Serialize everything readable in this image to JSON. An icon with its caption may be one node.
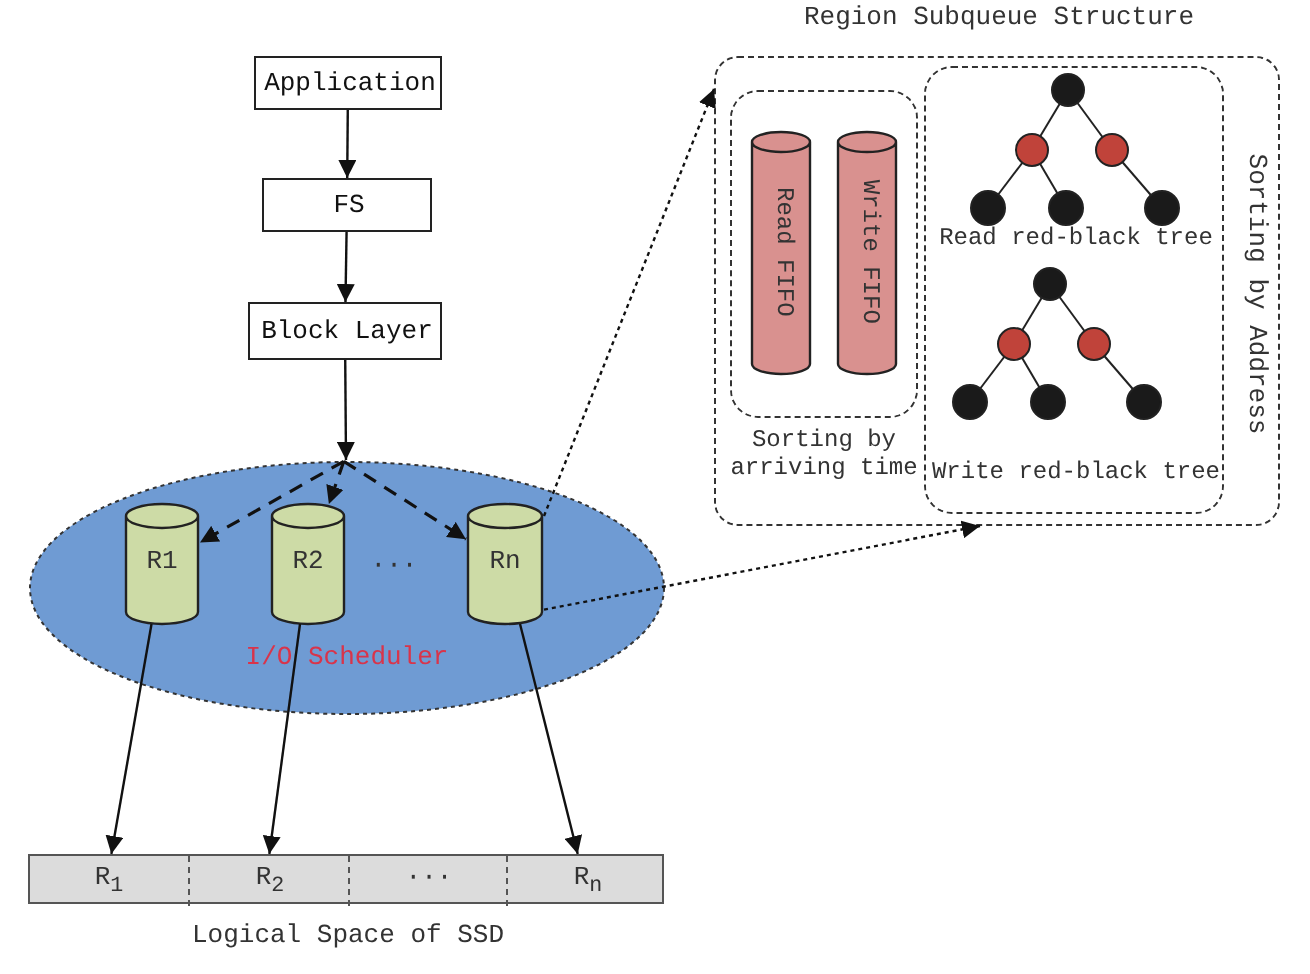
{
  "diagram": {
    "nodes": [
      {
        "text": [
          "Application"
        ]
      },
      {
        "text": [
          "FS"
        ]
      },
      {
        "text": [
          "Block Layer"
        ]
      },
      {
        "text": [
          "I/O Scheduler"
        ]
      },
      {
        "text": [
          "R1"
        ],
        "in": 3
      },
      {
        "text": [
          "R2"
        ],
        "in": 3
      },
      {
        "text": [
          "Rn"
        ],
        "in": 3
      },
      {
        "text": [
          "Region Subqueue Structure",
          "Sorting by Address"
        ]
      },
      {
        "text": [
          "Sorting by arriving time"
        ],
        "in": 7
      },
      {
        "text": [
          "Read FIFO"
        ],
        "in": 8
      },
      {
        "text": [
          "Write FIFO"
        ],
        "in": 8
      },
      {
        "text": [
          "Read red-black tree",
          "Write red-black tree"
        ],
        "in": 7
      },
      {
        "text": [],
        "shape": "bar",
        "beside": [
          "Logical Space of SSD"
        ]
      },
      {
        "text": [
          "R$_{1}$"
        ],
        "in": 12
      },
      {
        "text": [
          "R$_{2}$"
        ],
        "in": 12
      },
      {
        "text": [
          "···"
        ],
        "in": 12
      },
      {
        "text": [
          "R$_{n}$"
        ],
        "in": 12
      }
    ],
    "edges": [
      {
        "from": 0,
        "to": 1,
        "arrow": "to"
      },
      {
        "from": 1,
        "to": 2,
        "arrow": "to"
      },
      {
        "from": 2,
        "to": 3,
        "arrow": "to"
      },
      {
        "from": 3,
        "to": 4,
        "arrow": "to",
        "style": "dashed"
      },
      {
        "from": 3,
        "to": 5,
        "arrow": "to",
        "style": "dashed"
      },
      {
        "from": 3,
        "to": 6,
        "arrow": "to",
        "style": "dashed"
      },
      {
        "from": 4,
        "to": 13,
        "arrow": "to"
      },
      {
        "from": 5,
        "to": 14,
        "arrow": "to"
      },
      {
        "from": 6,
        "to": 16,
        "arrow": "to"
      },
      {
        "from": 6,
        "to": 7,
        "arrow": "to",
        "style": "dashed"
      },
      {
        "from": 6,
        "to": 7,
        "arrow": "to",
        "style": "dashed"
      }
    ],
    "labels": [
      "···"
    ]
  }
}
